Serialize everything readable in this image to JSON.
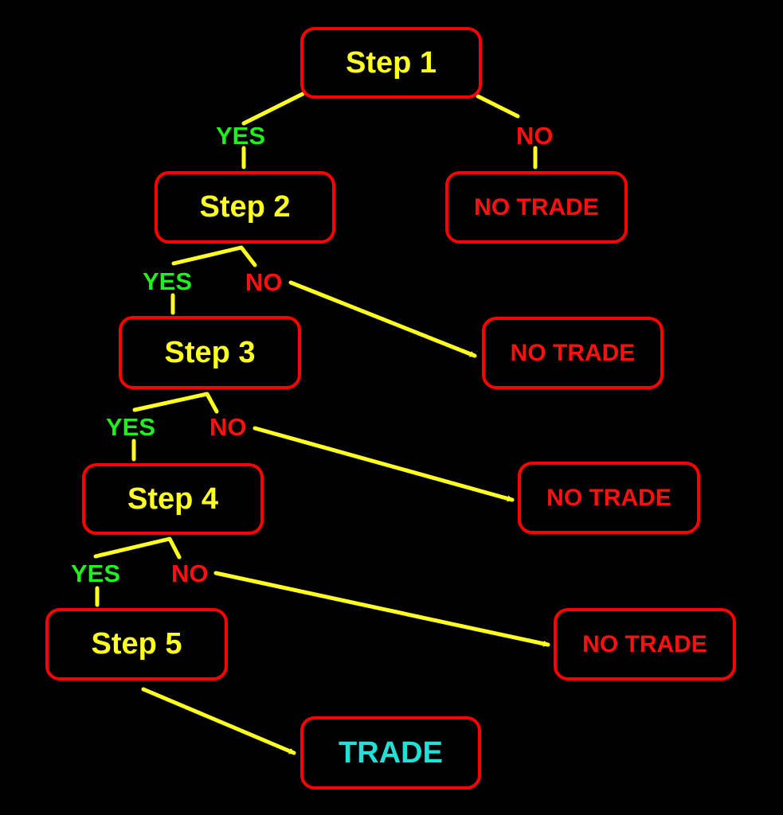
{
  "colors": {
    "background": "#000000",
    "box_border": "#ff0000",
    "connector": "#ffff22",
    "step_text": "#ffff22",
    "no_trade_text": "#ff1010",
    "trade_text": "#22e0d8",
    "yes_label": "#22ee22",
    "no_label": "#ff1010"
  },
  "steps": [
    {
      "label": "Step 1"
    },
    {
      "label": "Step 2"
    },
    {
      "label": "Step 3"
    },
    {
      "label": "Step 4"
    },
    {
      "label": "Step 5"
    }
  ],
  "outcomes": {
    "no_trade": [
      "NO TRADE",
      "NO TRADE",
      "NO TRADE",
      "NO TRADE"
    ],
    "trade": "TRADE"
  },
  "branch_labels": {
    "yes": [
      "YES",
      "YES",
      "YES",
      "YES"
    ],
    "no": [
      "NO",
      "NO",
      "NO",
      "NO"
    ]
  }
}
